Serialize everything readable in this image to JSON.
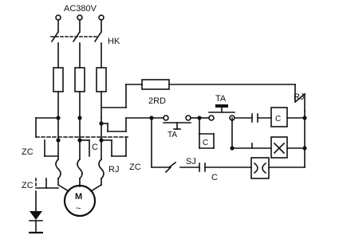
{
  "labels": {
    "supply": "AC380V",
    "hk": "HK",
    "fuse2": "2RD",
    "ta_nc": "TA",
    "ta_no": "TA",
    "rj_top": "RJ",
    "c_coil": "C",
    "c_aux": "C",
    "c_left": "C",
    "sj": "SJ",
    "c_bottom": "C",
    "zc_left1": "ZC",
    "zc_mid": "ZC",
    "zc_left2": "ZC",
    "rj_mid": "RJ",
    "motor_m": "M",
    "motor_tilde": "~"
  }
}
